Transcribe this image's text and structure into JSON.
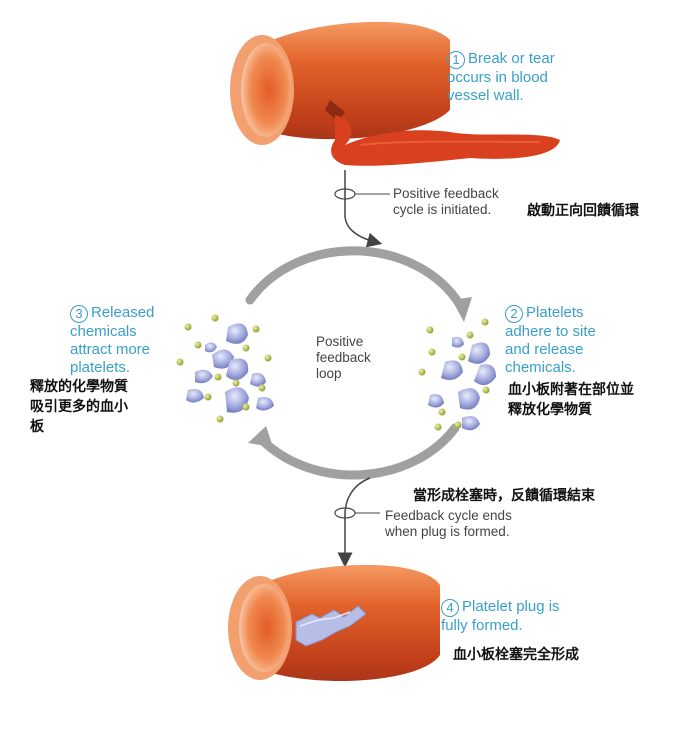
{
  "step1": {
    "number": "1",
    "lines": [
      "Break or tear",
      "occurs in blood",
      "vessel wall."
    ]
  },
  "initiated": {
    "lines": [
      "Positive feedback",
      "cycle is initiated."
    ],
    "zh": "啟動正向回饋循環"
  },
  "step2": {
    "number": "2",
    "lines": [
      "Platelets",
      "adhere to site",
      "and release",
      "chemicals."
    ],
    "zh_lines": [
      "血小板附著在部位並",
      "釋放化學物質"
    ]
  },
  "step3": {
    "number": "3",
    "lines": [
      "Released",
      "chemicals",
      "attract more",
      "platelets."
    ],
    "zh_lines": [
      "釋放的化學物質",
      "吸引更多的血小",
      "板"
    ]
  },
  "loop": {
    "lines": [
      "Positive",
      "feedback",
      "loop"
    ]
  },
  "ends": {
    "zh": "當形成栓塞時，反饋循環結束",
    "lines": [
      "Feedback cycle ends",
      "when plug is formed."
    ]
  },
  "step4": {
    "number": "4",
    "lines": [
      "Platelet plug is",
      "fully formed."
    ],
    "zh": "血小板栓塞完全形成"
  },
  "colors": {
    "vessel": "#d9501c",
    "vessel_inner": "#f0843f",
    "blood": "#d8401e",
    "platelet": "#9aa3d8",
    "chemical": "#a8b437",
    "arrow": "#9a9a9a",
    "label": "#3a9fc9"
  }
}
